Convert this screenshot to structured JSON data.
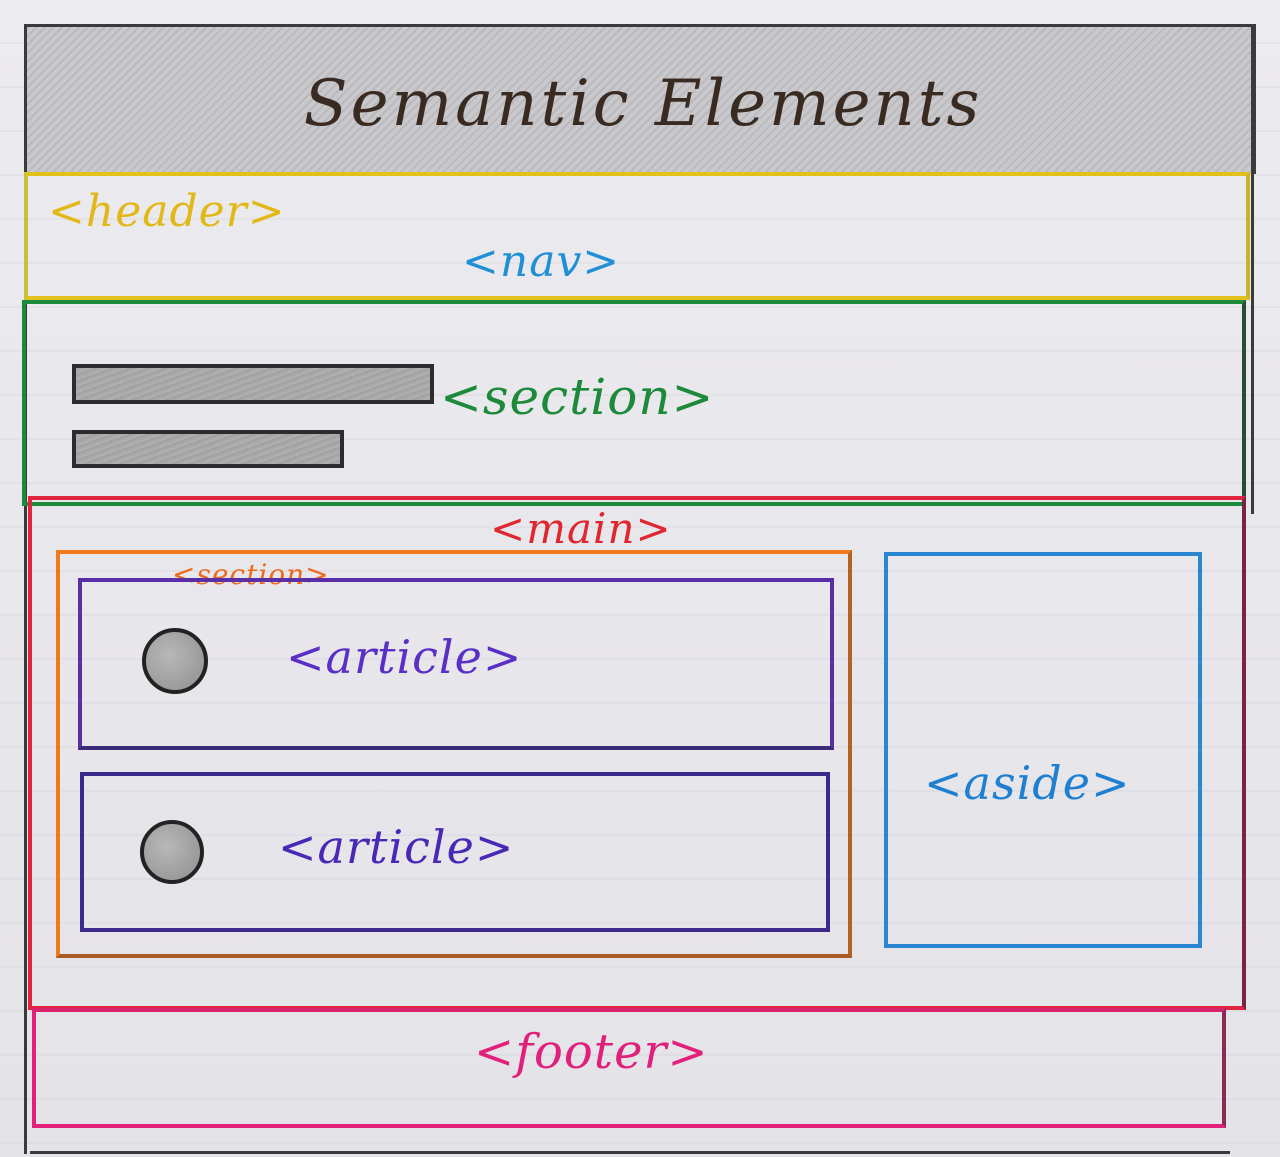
{
  "title": "Semantic Elements",
  "labels": {
    "header": "<header>",
    "nav": "<nav>",
    "section_top": "<section>",
    "main": "<main>",
    "section_inner": "<section>",
    "article_1": "<article>",
    "article_2": "<article>",
    "aside": "<aside>",
    "footer": "<footer>"
  },
  "colors": {
    "header": "#e1b816",
    "nav": "#1f8fd6",
    "section_top": "#1c8a3a",
    "main": "#e0262f",
    "section_inner": "#ee7a1c",
    "article": "#5a2fc6",
    "aside": "#1f7fd0",
    "footer": "#e0207a"
  }
}
